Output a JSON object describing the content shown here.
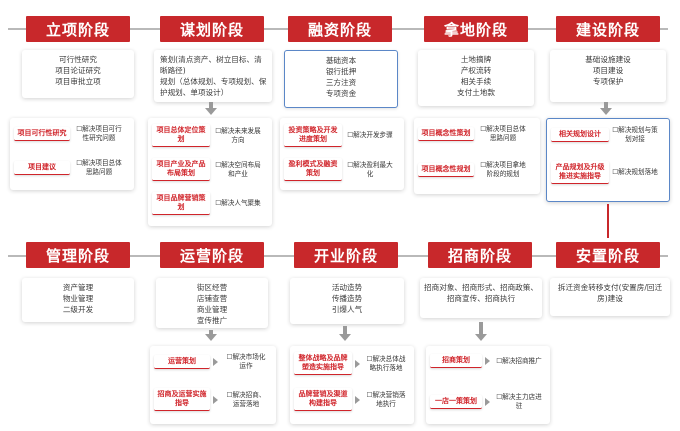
{
  "stages": [
    {
      "id": "lixiang",
      "title": "立项阶段",
      "desc": [
        "可行性研究",
        "项目论证研究",
        "项目审批立项"
      ],
      "subs": [
        {
          "title": "项目可行性研究",
          "text": "☐解决项目可行性研究问题"
        },
        {
          "title": "项目建议",
          "text": "☐解决项目总体思路问题"
        }
      ]
    },
    {
      "id": "mouhua",
      "title": "谋划阶段",
      "desc": [
        "策划(清点资产、树立目标、清晰路径)",
        "规划（总体规划、专项规划、保护规划、单项设计）"
      ],
      "subs": [
        {
          "title": "项目总体定位策划",
          "text": "☐解决未来发展方向"
        },
        {
          "title": "项目产业及产品布局策划",
          "text": "☐解决空间布局和产业"
        },
        {
          "title": "项目品牌营销策划",
          "text": "☐解决人气聚集"
        }
      ]
    },
    {
      "id": "rongzi",
      "title": "融资阶段",
      "desc": [
        "基础资本",
        "银行抵押",
        "三方注资",
        "专项资金"
      ],
      "subs": [
        {
          "title": "投资策略及开发进度策划",
          "text": "☐解决开发步骤"
        },
        {
          "title": "盈利模式及融资策划",
          "text": "☐解决盈利最大化"
        }
      ]
    },
    {
      "id": "nadi",
      "title": "拿地阶段",
      "desc": [
        "土地摘牌",
        "产权流转",
        "相关手续",
        "支付土地款"
      ],
      "subs": [
        {
          "title": "项目概念性策划",
          "text": "☐解决项目总体思路问题"
        },
        {
          "title": "项目概念性规划",
          "text": "☐解决项目拿地阶段的规划"
        }
      ]
    },
    {
      "id": "jianshe",
      "title": "建设阶段",
      "desc": [
        "基础设施建设",
        "项目建设",
        "专项保护"
      ],
      "subs": [
        {
          "title": "相关规划设计",
          "text": "☐解决规划与策划对接"
        },
        {
          "title": "产品规划及升级推进实施指导",
          "text": "☐解决规划落地"
        }
      ]
    },
    {
      "id": "guanli",
      "title": "管理阶段",
      "desc": [
        "资产管理",
        "物业管理",
        "二级开发"
      ],
      "subs": []
    },
    {
      "id": "yunying",
      "title": "运营阶段",
      "desc": [
        "街区经营",
        "店铺查营",
        "商业管理",
        "宣传推广"
      ],
      "subs": [
        {
          "title": "运营策划",
          "text": "☐解决市场化运作"
        },
        {
          "title": "招商及运营实施指导",
          "text": "☐解决招商、运营落地"
        }
      ]
    },
    {
      "id": "kaiye",
      "title": "开业阶段",
      "desc": [
        "活动造势",
        "传播造势",
        "引爆人气"
      ],
      "subs": [
        {
          "title": "整体战略及品牌塑造实施指导",
          "text": "☐解决总体战略执行落地"
        },
        {
          "title": "品牌营销及渠道构建指导",
          "text": "☐解决营销落地执行"
        }
      ]
    },
    {
      "id": "zhaoshang",
      "title": "招商阶段",
      "desc": [
        "招商对象、招商形式、招商政策、招商宣传、招商执行"
      ],
      "subs": [
        {
          "title": "招商策划",
          "text": "☐解决招商推广"
        },
        {
          "title": "一店一策策划",
          "text": "☐解决主力店进驻"
        }
      ]
    },
    {
      "id": "anzhi",
      "title": "安置阶段",
      "desc": [
        "拆迁资金转移支付(安置房/回迁房)建设"
      ],
      "subs": []
    }
  ],
  "colors": {
    "header": "#c8282b",
    "accentText": "#d0242a",
    "selectedBorder": "#5b87c7",
    "arrow": "#9a9a9a"
  }
}
